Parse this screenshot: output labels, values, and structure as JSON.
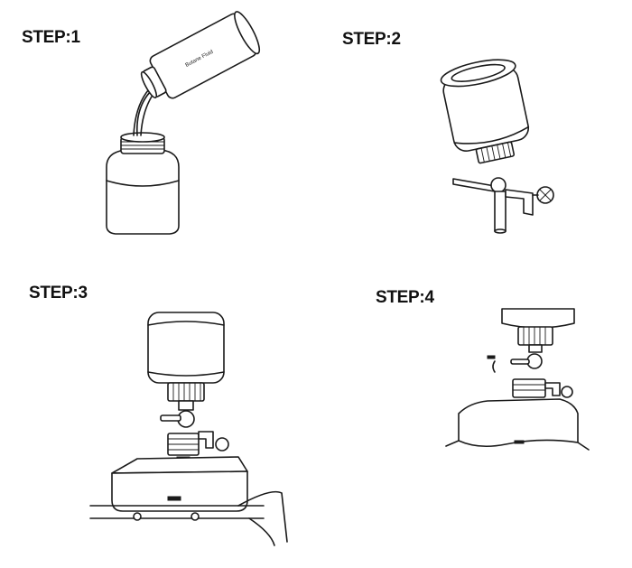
{
  "steps": [
    {
      "label": "STEP:1"
    },
    {
      "label": "STEP:2"
    },
    {
      "label": "STEP:3"
    },
    {
      "label": "STEP:4"
    }
  ],
  "bottle_print": "Butane Fluid",
  "colors": {
    "ink": "#1a1a1a",
    "background": "#ffffff"
  }
}
